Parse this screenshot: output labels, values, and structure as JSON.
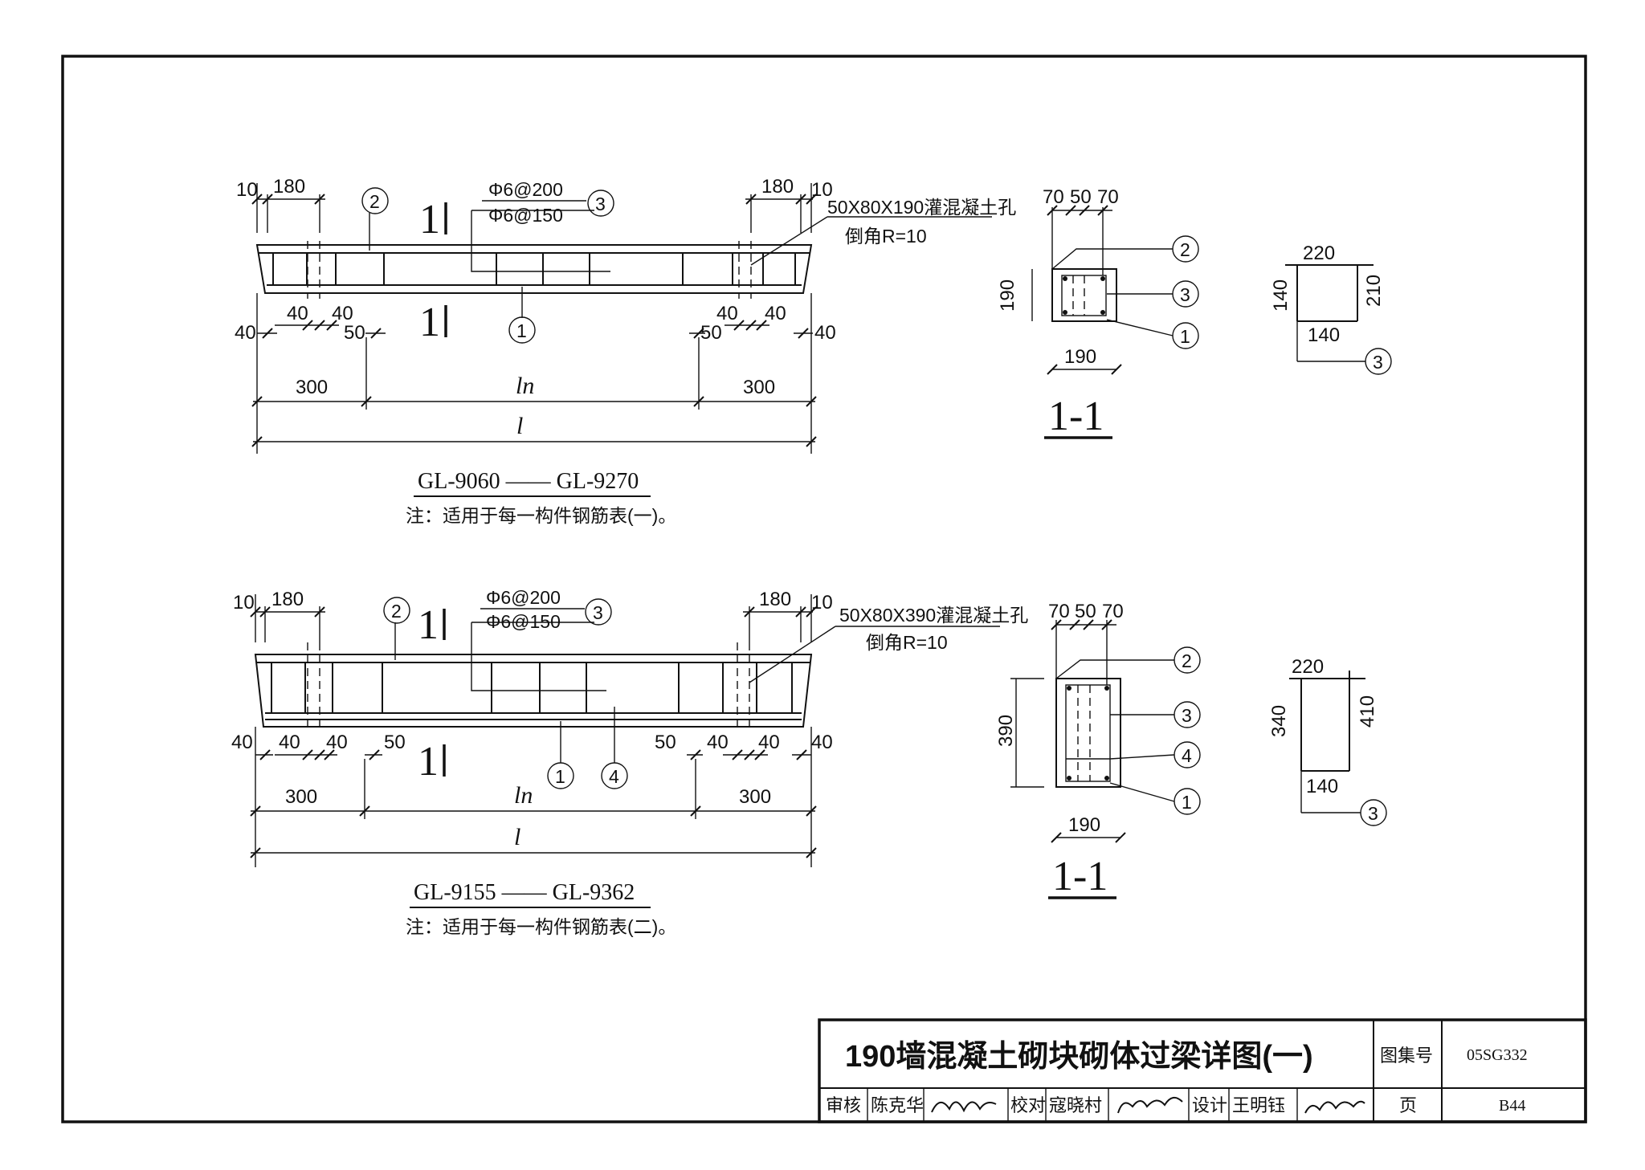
{
  "detail_1": {
    "model_range": "GL-9060 —— GL-9270",
    "note": "注：适用于每一构件钢筋表(一)。",
    "top_dims": {
      "left_10": "10",
      "left_180": "180",
      "right_180": "180",
      "right_10": "10"
    },
    "stirrup_a": "Φ6@200",
    "stirrup_b": "Φ6@150",
    "hole_note": "50X80X190灌混凝土孔",
    "chamfer_note": "倒角R=10",
    "section_mark": "1",
    "bottom_dims": {
      "d40": "40",
      "d50": "50",
      "d300": "300",
      "ln": "ln",
      "l": "l"
    },
    "callouts": {
      "c1": "1",
      "c2": "2",
      "c3": "3"
    },
    "section": {
      "title": "1-1",
      "top_dims": [
        "70",
        "50",
        "70"
      ],
      "height": "190",
      "width": "190"
    },
    "stirrup_shape": {
      "top": "220",
      "left": "140",
      "right": "210",
      "bottom": "140",
      "callout": "3"
    }
  },
  "detail_2": {
    "model_range": "GL-9155 —— GL-9362",
    "note": "注：适用于每一构件钢筋表(二)。",
    "top_dims": {
      "left_10": "10",
      "left_180": "180",
      "right_180": "180",
      "right_10": "10"
    },
    "stirrup_a": "Φ6@200",
    "stirrup_b": "Φ6@150",
    "hole_note": "50X80X390灌混凝土孔",
    "chamfer_note": "倒角R=10",
    "section_mark": "1",
    "bottom_dims": {
      "d40": "40",
      "d50": "50",
      "d300": "300",
      "ln": "ln",
      "l": "l"
    },
    "callouts": {
      "c1": "1",
      "c2": "2",
      "c3": "3",
      "c4": "4"
    },
    "section": {
      "title": "1-1",
      "top_dims": [
        "70",
        "50",
        "70"
      ],
      "height": "390",
      "width": "190"
    },
    "stirrup_shape": {
      "top": "220",
      "left": "340",
      "right": "410",
      "bottom": "140",
      "callout": "3"
    }
  },
  "title_block": {
    "title": "190墙混凝土砌块砌体过梁详图(一)",
    "atlas_label": "图集号",
    "atlas_no": "05SG332",
    "page_label": "页",
    "page_no": "B44",
    "review_label": "审核",
    "reviewer": "陈克华",
    "check_label": "校对",
    "checker": "寇晓村",
    "design_label": "设计",
    "designer": "王明钰"
  }
}
